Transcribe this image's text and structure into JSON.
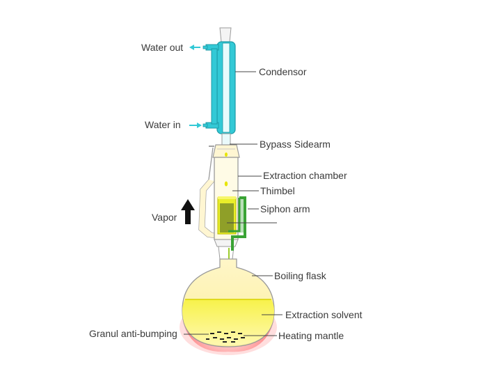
{
  "labels": {
    "water_out": "Water out",
    "water_in": "Water in",
    "condensor": "Condensor",
    "bypass_sidearm": "Bypass Sidearm",
    "extraction_chamber": "Extraction chamber",
    "thimbel": "Thimbel",
    "siphon_arm": "Siphon arm",
    "vapor": "Vapor",
    "boiling_flask": "Boiling flask",
    "extraction_solvent": "Extraction solvent",
    "granul_anti_bumping": "Granul anti-bumping",
    "heating_mantle": "Heating mantle"
  },
  "colors": {
    "condenser_water": "#33c9d6",
    "glass_fill": "#fff5d0",
    "glass_outline": "#9a9a9a",
    "thimble_liquid": "#e8ec00",
    "thimble_solid": "#8a9a2a",
    "siphon": "#3aa335",
    "solvent": "#f3f070",
    "heat_glow": "#ff5a5a",
    "arrow": "#111111"
  },
  "icons": {
    "vapor_arrow": "up-arrow-icon",
    "water_flow": "cyan-arrow-icon"
  }
}
